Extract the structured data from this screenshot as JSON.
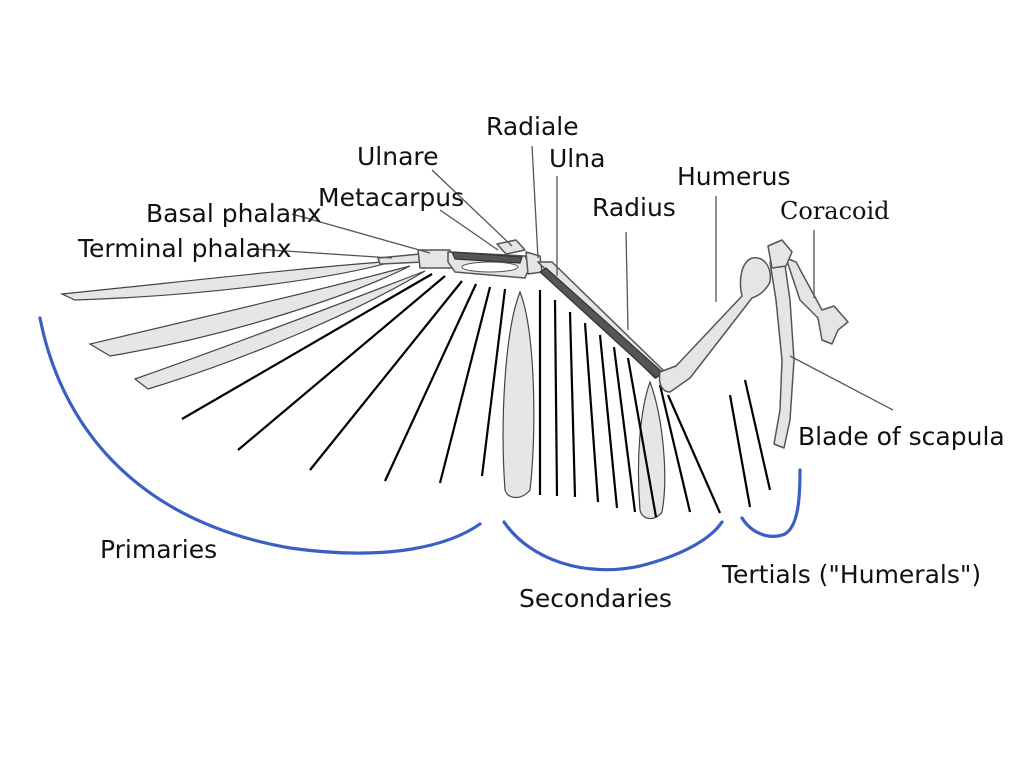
{
  "labels": {
    "radiale": "Radiale",
    "ulnare": "Ulnare",
    "ulna": "Ulna",
    "humerus": "Humerus",
    "metacarpus": "Metacarpus",
    "radius": "Radius",
    "coracoid": "Coracoid",
    "basal_phalanx": "Basal phalanx",
    "terminal_phalanx": "Terminal phalanx",
    "blade_of_scapula": "Blade of scapula",
    "primaries": "Primaries",
    "secondaries": "Secondaries",
    "tertials": "Tertials (\"Humerals\")"
  },
  "colors": {
    "bracket": "#3a5fc4",
    "bone_fill": "#e4e6e6",
    "bone_dark": "#555555",
    "feather_fill": "#e6e6e6"
  }
}
